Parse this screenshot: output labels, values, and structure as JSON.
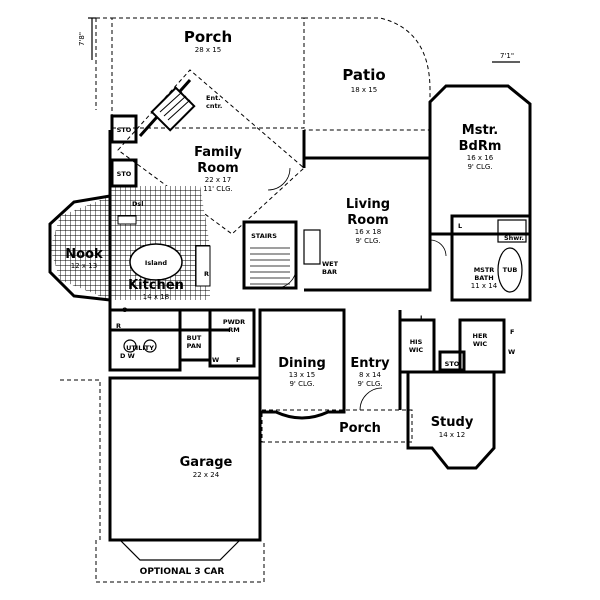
{
  "dims": {
    "porch_depth": "7'8\"",
    "right_offset": "7'1\""
  },
  "rooms": {
    "porch_top": {
      "name": "Porch",
      "size": "28 x 15"
    },
    "patio": {
      "name": "Patio",
      "size": "18 x 15"
    },
    "family": {
      "name1": "Family",
      "name2": "Room",
      "size": "22 x 17",
      "ceiling": "11' CLG."
    },
    "master_bedroom": {
      "name1": "Mstr.",
      "name2": "BdRm",
      "size": "16 x 16",
      "ceiling": "9' CLG."
    },
    "living": {
      "name1": "Living",
      "name2": "Room",
      "size": "16 x 18",
      "ceiling": "9' CLG."
    },
    "nook": {
      "name": "Nook",
      "size": "12 x 13"
    },
    "kitchen": {
      "name": "Kitchen",
      "size": "14 x 18"
    },
    "dining": {
      "name": "Dining",
      "size": "13 x 15",
      "ceiling": "9' CLG."
    },
    "entry": {
      "name": "Entry",
      "size": "8 x 14",
      "ceiling": "9' CLG."
    },
    "master_bath": {
      "name1": "MSTR",
      "name2": "BATH",
      "size": "11 x 14"
    },
    "study": {
      "name": "Study",
      "size": "14 x 12"
    },
    "porch_front": {
      "name": "Porch"
    },
    "garage": {
      "name": "Garage",
      "size": "22 x 24"
    }
  },
  "labels": {
    "sto_1": "STO",
    "sto_2": "STO",
    "sto_3": "STO",
    "ent_ctr1": "Ent.",
    "ent_ctr2": "cntr.",
    "stairs": "STAIRS",
    "wet_bar1": "WET",
    "wet_bar2": "BAR",
    "island": "Island",
    "pwdr1": "PWDR",
    "pwdr2": "RM",
    "utility": "UTILITY",
    "but_pan1": "BUT",
    "but_pan2": "PAN",
    "his_wic1": "HIS",
    "his_wic2": "WIC",
    "her_wic1": "HER",
    "her_wic2": "WIC",
    "tub": "TUB",
    "shwr": "Shwr.",
    "optional_garage": "OPTIONAL 3 CAR",
    "r_1": "R",
    "r_2": "R",
    "o_1": "O",
    "dw": "D W",
    "w_1": "W",
    "f_1": "F",
    "w_2": "W",
    "f_2": "F",
    "l_1": "L",
    "l_2": "L",
    "dsl": "Dsl"
  }
}
